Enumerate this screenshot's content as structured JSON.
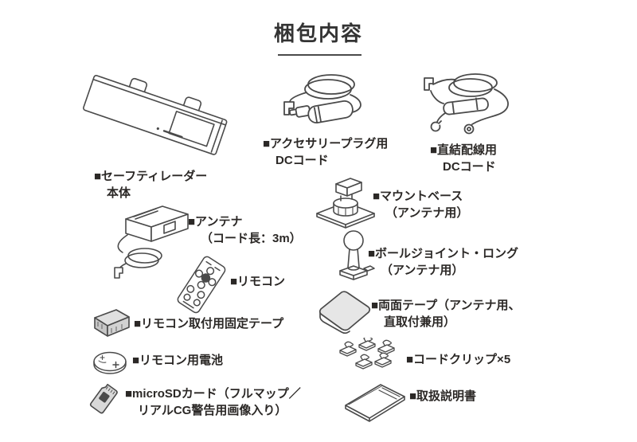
{
  "page": {
    "title": "梱包内容",
    "background_color": "#ffffff",
    "text_color": "#2b2826",
    "line_art_color": "#4a4a4a"
  },
  "items": [
    {
      "lines": [
        "■セーフティレーダー",
        "本体"
      ]
    },
    {
      "lines": [
        "■アクセサリープラグ用",
        "DCコード"
      ]
    },
    {
      "lines": [
        "■直結配線用",
        "DCコード"
      ]
    },
    {
      "lines": [
        "■アンテナ",
        "（コード長：3m）"
      ]
    },
    {
      "lines": [
        "■マウントベース",
        "（アンテナ用）"
      ]
    },
    {
      "lines": [
        "■ボールジョイント・ロング",
        "（アンテナ用）"
      ]
    },
    {
      "lines": [
        "■リモコン"
      ]
    },
    {
      "lines": [
        "■両面テープ（アンテナ用、",
        "直取付兼用）"
      ]
    },
    {
      "lines": [
        "■リモコン取付用固定テープ"
      ]
    },
    {
      "lines": [
        "■リモコン用電池"
      ]
    },
    {
      "lines": [
        "■コードクリップ×5"
      ]
    },
    {
      "lines": [
        "■microSDカード（フルマップ／",
        "リアルCG警告用画像入り）"
      ]
    },
    {
      "lines": [
        "■取扱説明書"
      ]
    }
  ]
}
